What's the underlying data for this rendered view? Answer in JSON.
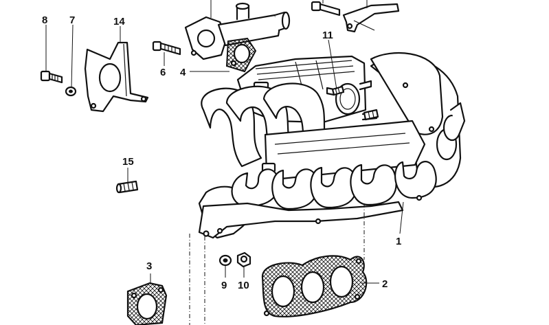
{
  "labels": {
    "p1": "1",
    "p2": "2",
    "p3": "3",
    "p4": "4",
    "p6": "6",
    "p7": "7",
    "p8": "8",
    "p9": "9",
    "p10": "10",
    "p11": "11",
    "p14": "14",
    "p15": "15"
  }
}
